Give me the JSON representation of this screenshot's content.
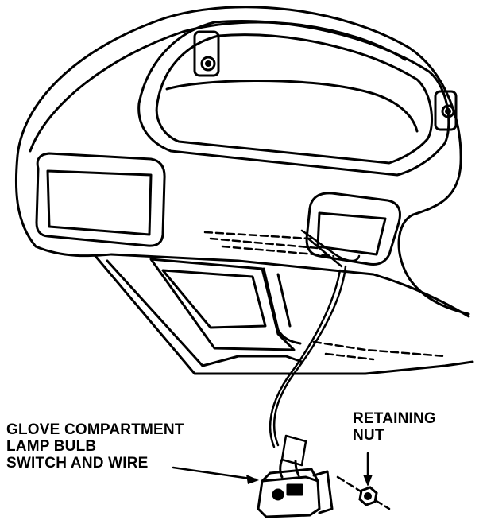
{
  "labels": {
    "glove_switch": {
      "line1": "GLOVE COMPARTMENT",
      "line2": "LAMP BULB",
      "line3": "SWITCH AND WIRE"
    },
    "retaining_nut": {
      "line1": "RETAINING",
      "line2": "NUT"
    }
  },
  "colors": {
    "ink": "#000000",
    "paper": "#ffffff"
  }
}
